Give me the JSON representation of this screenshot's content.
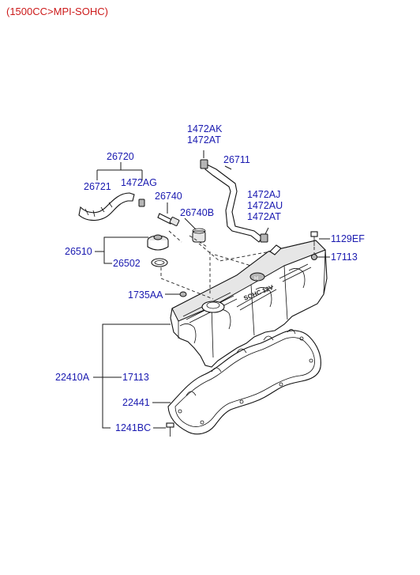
{
  "title": "(1500CC>MPI-SOHC)",
  "colors": {
    "title": "#cc1a1a",
    "part_label": "#1a1ab0",
    "line": "#1a1a1a"
  },
  "cover_text": {
    "brand_mark": "H",
    "engine_text": "SOHC 12V"
  },
  "labels": {
    "p1472AK": "1472AK",
    "p1472AT_top": "1472AT",
    "p26711": "26711",
    "p26720": "26720",
    "p26721": "26721",
    "p1472AG": "1472AG",
    "p26740": "26740",
    "p1472AJ": "1472AJ",
    "p1472AU": "1472AU",
    "p1472AT_mid": "1472AT",
    "p26740B": "26740B",
    "p1129EF": "1129EF",
    "p26510": "26510",
    "p26502": "26502",
    "p17113_right": "17113",
    "p1735AA": "1735AA",
    "p22410A": "22410A",
    "p17113_left": "17113",
    "p22441": "22441",
    "p1241BC": "1241BC"
  }
}
